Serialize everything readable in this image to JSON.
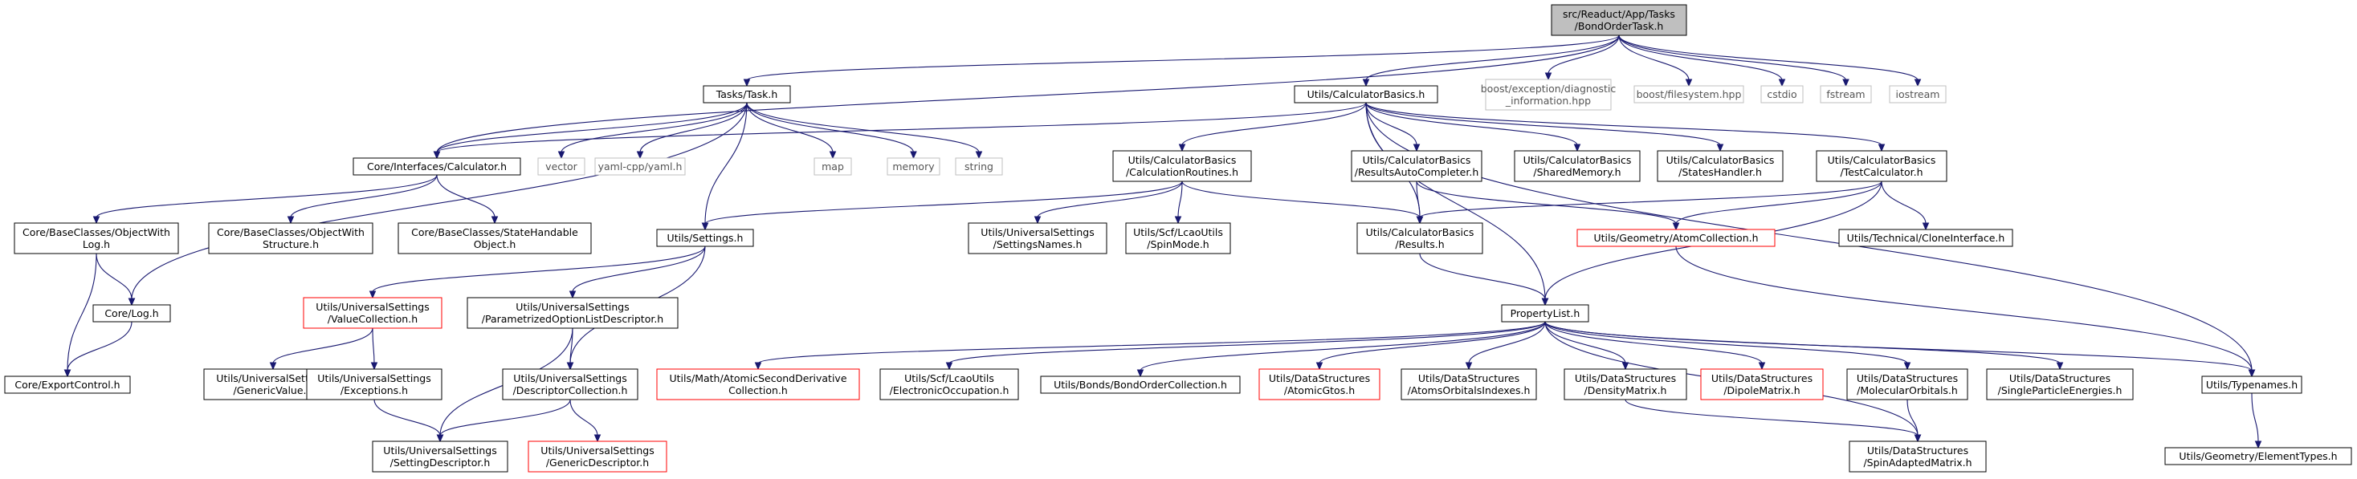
{
  "diagram": {
    "nodes": [
      {
        "id": "bondorder",
        "lines": [
          "src/Readuct/App/Tasks",
          "/BondOrderTask.h"
        ],
        "style": "root"
      },
      {
        "id": "task",
        "lines": [
          "Tasks/Task.h"
        ],
        "style": "normal"
      },
      {
        "id": "calcbasics",
        "lines": [
          "Utils/CalculatorBasics.h"
        ],
        "style": "normal"
      },
      {
        "id": "boostexc",
        "lines": [
          "boost/exception/diagnostic",
          "_information.hpp"
        ],
        "style": "ext"
      },
      {
        "id": "boostfs",
        "lines": [
          "boost/filesystem.hpp"
        ],
        "style": "ext"
      },
      {
        "id": "cstdio",
        "lines": [
          "cstdio"
        ],
        "style": "ext"
      },
      {
        "id": "fstream",
        "lines": [
          "fstream"
        ],
        "style": "ext"
      },
      {
        "id": "iostream",
        "lines": [
          "iostream"
        ],
        "style": "ext"
      },
      {
        "id": "calculator",
        "lines": [
          "Core/Interfaces/Calculator.h"
        ],
        "style": "normal"
      },
      {
        "id": "vector",
        "lines": [
          "vector"
        ],
        "style": "ext"
      },
      {
        "id": "yaml",
        "lines": [
          "yaml-cpp/yaml.h"
        ],
        "style": "ext"
      },
      {
        "id": "map",
        "lines": [
          "map"
        ],
        "style": "ext"
      },
      {
        "id": "memory",
        "lines": [
          "memory"
        ],
        "style": "ext"
      },
      {
        "id": "string",
        "lines": [
          "string"
        ],
        "style": "ext"
      },
      {
        "id": "calcroutines",
        "lines": [
          "Utils/CalculatorBasics",
          "/CalculationRoutines.h"
        ],
        "style": "normal"
      },
      {
        "id": "resautocomp",
        "lines": [
          "Utils/CalculatorBasics",
          "/ResultsAutoCompleter.h"
        ],
        "style": "normal"
      },
      {
        "id": "sharedmem",
        "lines": [
          "Utils/CalculatorBasics",
          "/SharedMemory.h"
        ],
        "style": "normal"
      },
      {
        "id": "stateshandler",
        "lines": [
          "Utils/CalculatorBasics",
          "/StatesHandler.h"
        ],
        "style": "normal"
      },
      {
        "id": "testcalc",
        "lines": [
          "Utils/CalculatorBasics",
          "/TestCalculator.h"
        ],
        "style": "normal"
      },
      {
        "id": "objwithlog",
        "lines": [
          "Core/BaseClasses/ObjectWith",
          "Log.h"
        ],
        "style": "normal"
      },
      {
        "id": "objwithstruct",
        "lines": [
          "Core/BaseClasses/ObjectWith",
          "Structure.h"
        ],
        "style": "normal"
      },
      {
        "id": "statehandable",
        "lines": [
          "Core/BaseClasses/StateHandable",
          "Object.h"
        ],
        "style": "normal"
      },
      {
        "id": "settings",
        "lines": [
          "Utils/Settings.h"
        ],
        "style": "normal"
      },
      {
        "id": "settingsnames",
        "lines": [
          "Utils/UniversalSettings",
          "/SettingsNames.h"
        ],
        "style": "normal"
      },
      {
        "id": "spinmode",
        "lines": [
          "Utils/Scf/LcaoUtils",
          "/SpinMode.h"
        ],
        "style": "normal"
      },
      {
        "id": "results",
        "lines": [
          "Utils/CalculatorBasics",
          "/Results.h"
        ],
        "style": "normal"
      },
      {
        "id": "atomcoll",
        "lines": [
          "Utils/Geometry/AtomCollection.h"
        ],
        "style": "red"
      },
      {
        "id": "clone",
        "lines": [
          "Utils/Technical/CloneInterface.h"
        ],
        "style": "normal"
      },
      {
        "id": "log",
        "lines": [
          "Core/Log.h"
        ],
        "style": "normal"
      },
      {
        "id": "valuecoll",
        "lines": [
          "Utils/UniversalSettings",
          "/ValueCollection.h"
        ],
        "style": "red"
      },
      {
        "id": "paramoption",
        "lines": [
          "Utils/UniversalSettings",
          "/ParametrizedOptionListDescriptor.h"
        ],
        "style": "normal"
      },
      {
        "id": "proplist",
        "lines": [
          "PropertyList.h"
        ],
        "style": "normal"
      },
      {
        "id": "export",
        "lines": [
          "Core/ExportControl.h"
        ],
        "style": "normal"
      },
      {
        "id": "genericvalue",
        "lines": [
          "Utils/UniversalSettings",
          "/GenericValue.h"
        ],
        "style": "normal"
      },
      {
        "id": "exceptions",
        "lines": [
          "Utils/UniversalSettings",
          "/Exceptions.h"
        ],
        "style": "normal"
      },
      {
        "id": "desccoll",
        "lines": [
          "Utils/UniversalSettings",
          "/DescriptorCollection.h"
        ],
        "style": "normal"
      },
      {
        "id": "atomicsecond",
        "lines": [
          "Utils/Math/AtomicSecondDerivative",
          "Collection.h"
        ],
        "style": "red"
      },
      {
        "id": "elecocc",
        "lines": [
          "Utils/Scf/LcaoUtils",
          "/ElectronicOccupation.h"
        ],
        "style": "normal"
      },
      {
        "id": "bondordercoll",
        "lines": [
          "Utils/Bonds/BondOrderCollection.h"
        ],
        "style": "normal"
      },
      {
        "id": "atomicgtos",
        "lines": [
          "Utils/DataStructures",
          "/AtomicGtos.h"
        ],
        "style": "red"
      },
      {
        "id": "atomsorb",
        "lines": [
          "Utils/DataStructures",
          "/AtomsOrbitalsIndexes.h"
        ],
        "style": "normal"
      },
      {
        "id": "density",
        "lines": [
          "Utils/DataStructures",
          "/DensityMatrix.h"
        ],
        "style": "normal"
      },
      {
        "id": "dipole",
        "lines": [
          "Utils/DataStructures",
          "/DipoleMatrix.h"
        ],
        "style": "red"
      },
      {
        "id": "molorb",
        "lines": [
          "Utils/DataStructures",
          "/MolecularOrbitals.h"
        ],
        "style": "normal"
      },
      {
        "id": "singlepart",
        "lines": [
          "Utils/DataStructures",
          "/SingleParticleEnergies.h"
        ],
        "style": "normal"
      },
      {
        "id": "typenames",
        "lines": [
          "Utils/Typenames.h"
        ],
        "style": "normal"
      },
      {
        "id": "settingdesc",
        "lines": [
          "Utils/UniversalSettings",
          "/SettingDescriptor.h"
        ],
        "style": "normal"
      },
      {
        "id": "genericdesc",
        "lines": [
          "Utils/UniversalSettings",
          "/GenericDescriptor.h"
        ],
        "style": "red"
      },
      {
        "id": "spinadapted",
        "lines": [
          "Utils/DataStructures",
          "/SpinAdaptedMatrix.h"
        ],
        "style": "normal"
      },
      {
        "id": "elemtypes",
        "lines": [
          "Utils/Geometry/ElementTypes.h"
        ],
        "style": "normal"
      }
    ],
    "edges": [
      [
        "bondorder",
        "task"
      ],
      [
        "bondorder",
        "calcbasics"
      ],
      [
        "bondorder",
        "calculator"
      ],
      [
        "bondorder",
        "boostexc"
      ],
      [
        "bondorder",
        "boostfs"
      ],
      [
        "bondorder",
        "cstdio"
      ],
      [
        "bondorder",
        "fstream"
      ],
      [
        "bondorder",
        "iostream"
      ],
      [
        "task",
        "calculator"
      ],
      [
        "task",
        "vector"
      ],
      [
        "task",
        "yaml"
      ],
      [
        "task",
        "map"
      ],
      [
        "task",
        "memory"
      ],
      [
        "task",
        "string"
      ],
      [
        "task",
        "settings"
      ],
      [
        "task",
        "log"
      ],
      [
        "calculator",
        "objwithlog"
      ],
      [
        "calculator",
        "objwithstruct"
      ],
      [
        "calculator",
        "statehandable"
      ],
      [
        "objwithlog",
        "log"
      ],
      [
        "objwithlog",
        "export"
      ],
      [
        "log",
        "export"
      ],
      [
        "calcbasics",
        "calculator"
      ],
      [
        "calcbasics",
        "calcroutines"
      ],
      [
        "calcbasics",
        "resautocomp"
      ],
      [
        "calcbasics",
        "sharedmem"
      ],
      [
        "calcbasics",
        "stateshandler"
      ],
      [
        "calcbasics",
        "testcalc"
      ],
      [
        "calcbasics",
        "results"
      ],
      [
        "calcbasics",
        "proplist"
      ],
      [
        "calcbasics",
        "typenames"
      ],
      [
        "calcroutines",
        "settings"
      ],
      [
        "calcroutines",
        "settingsnames"
      ],
      [
        "calcroutines",
        "spinmode"
      ],
      [
        "calcroutines",
        "results"
      ],
      [
        "resautocomp",
        "results"
      ],
      [
        "resautocomp",
        "atomcoll"
      ],
      [
        "testcalc",
        "results"
      ],
      [
        "testcalc",
        "atomcoll"
      ],
      [
        "testcalc",
        "clone"
      ],
      [
        "testcalc",
        "proplist"
      ],
      [
        "results",
        "proplist"
      ],
      [
        "atomcoll",
        "typenames"
      ],
      [
        "settings",
        "valuecoll"
      ],
      [
        "settings",
        "paramoption"
      ],
      [
        "settings",
        "desccoll"
      ],
      [
        "valuecoll",
        "genericvalue"
      ],
      [
        "valuecoll",
        "exceptions"
      ],
      [
        "exceptions",
        "settingdesc"
      ],
      [
        "paramoption",
        "desccoll"
      ],
      [
        "paramoption",
        "settingdesc"
      ],
      [
        "desccoll",
        "settingdesc"
      ],
      [
        "desccoll",
        "genericdesc"
      ],
      [
        "proplist",
        "atomicsecond"
      ],
      [
        "proplist",
        "elecocc"
      ],
      [
        "proplist",
        "bondordercoll"
      ],
      [
        "proplist",
        "atomicgtos"
      ],
      [
        "proplist",
        "atomsorb"
      ],
      [
        "proplist",
        "density"
      ],
      [
        "proplist",
        "dipole"
      ],
      [
        "proplist",
        "molorb"
      ],
      [
        "proplist",
        "singlepart"
      ],
      [
        "proplist",
        "typenames"
      ],
      [
        "proplist",
        "spinadapted"
      ],
      [
        "density",
        "spinadapted"
      ],
      [
        "molorb",
        "spinadapted"
      ],
      [
        "typenames",
        "elemtypes"
      ]
    ]
  }
}
